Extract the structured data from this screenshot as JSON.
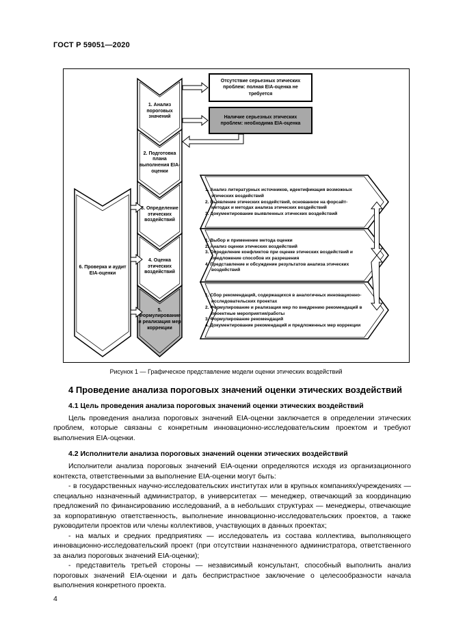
{
  "header": {
    "doc_code": "ГОСТ Р 59051—2020"
  },
  "figure": {
    "caption": "Рисунок 1 — Графическое представление модели оценки этических воздействий",
    "outcome_boxes": {
      "no_issues": "Отсутствие серьезных этических проблем: полная EIA-оценка не требуется",
      "issues": "Наличие серьезных этических проблем: необходима EIA-оценка"
    },
    "stages": [
      "1. Анализ пороговых значений",
      "2. Подготовка плана выполнения EIA-оценки",
      "3. Определение этических воздействий",
      "4. Оценка этических воздействий",
      "5. Формулирование и реализация мер коррекции",
      "6. Проверка и аудит EIA-оценки"
    ],
    "detail_lists": [
      {
        "items": [
          "1. Анализ литературных источников, идентификация возможных этических воздействий",
          "2. Выявление этических воздействий, основанное на форсайт-методах и методах анализа этических воздействий",
          "3. Документирование выявленных этических воздействий"
        ]
      },
      {
        "items": [
          "1. Выбор и применение метода оценки",
          "2. Анализ оценки этических воздействий",
          "3. Определение конфликтов при оценке этических воздействий и предложение способов их разрешения",
          "4. Представление и обсуждение результатов анализа этических воздействий"
        ]
      },
      {
        "items": [
          "1. Сбор рекомендаций, содержащихся в аналогичных инновационно-исследовательских проектах",
          "2. Формулирование и реализация мер по внедрению рекомендаций в проектные мероприятия/работы",
          "3. Формулирование рекомендаций",
          "4. Документирование рекомендаций и предложенных мер коррекции"
        ]
      }
    ],
    "colors": {
      "issues_box_fill": "#a8a8a8",
      "stage5_fill": "#b6b6b6",
      "outline": "#000000"
    }
  },
  "section": {
    "title": "4 Проведение анализа пороговых значений оценки этических воздействий",
    "s41": {
      "title": "4.1 Цель проведения анализа пороговых значений оценки этических воздействий",
      "paragraph": "Цель проведения анализа пороговых значений EIA-оценки заключается в определении этических проблем, которые связаны с конкретным инновационно-исследовательским проектом и требуют выполнения EIA-оценки."
    },
    "s42": {
      "title": "4.2 Исполнители анализа пороговых значений оценки этических воздействий",
      "intro": "Исполнители анализа пороговых значений EIA-оценки определяются исходя из организационного контекста, ответственными за выполнение EIA-оценки могут быть:",
      "bullets": [
        "- в государственных научно-исследовательских институтах или в крупных компаниях/учреждениях — специально назначенный администратор, в университетах — менеджер, отвечающий за координацию предложений по финансированию исследований, а в небольших структурах — менеджеры, отвечающие за корпоративную ответственность, выполнение инновационно-исследовательских проектов, а также руководители проектов или члены коллективов, участвующих в данных проектах;",
        "- на малых и средних предприятиях — исследователь из состава коллектива, выполняющего инновационно-исследовательский проект (при отсутствии назначенного администратора, ответственного за анализ пороговых значений EIA-оценки);",
        "- представитель третьей стороны — независимый консультант, способный выполнить анализ пороговых значений EIA-оценки и дать беспристрастное заключение о целесообразности начала выполнения конкретного проекта."
      ]
    }
  },
  "page_number": "4"
}
